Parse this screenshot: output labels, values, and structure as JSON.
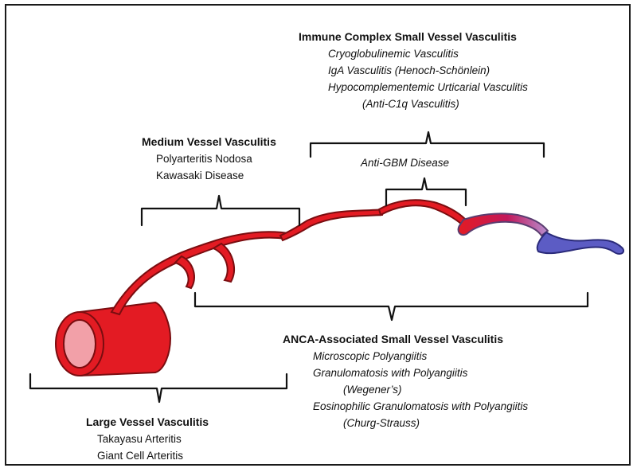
{
  "groups": {
    "immune_complex": {
      "title": "Immune Complex  Small Vessel Vasculitis",
      "items": [
        "Cryoglobulinemic Vasculitis",
        "IgA Vasculitis (Henoch-Schönlein)",
        "Hypocomplementemic Urticarial Vasculitis",
        "(Anti-C1q Vasculitis)"
      ]
    },
    "medium_vessel": {
      "title": "Medium Vessel Vasculitis",
      "items": [
        "Polyarteritis Nodosa",
        "Kawasaki Disease"
      ]
    },
    "anti_gbm": {
      "title": "Anti-GBM Disease"
    },
    "anca": {
      "title": "ANCA-Associated Small Vessel Vasculitis",
      "items": [
        "Microscopic Polyangiitis",
        "Granulomatosis with Polyangiitis",
        "(Wegener’s)",
        "Eosinophilic Granulomatosis with Polyangiitis",
        "(Churg-Strauss)"
      ]
    },
    "large_vessel": {
      "title": "Large Vessel Vasculitis",
      "items": [
        "Takayasu Arteritis",
        "Giant Cell Arteritis"
      ]
    }
  },
  "colors": {
    "artery": "#e31b23",
    "artery_dark": "#7a0d10",
    "lumen": "#f2a0a8",
    "transition": "#b88fd0",
    "vein": "#5c5cc4",
    "bracket": "#111111"
  }
}
